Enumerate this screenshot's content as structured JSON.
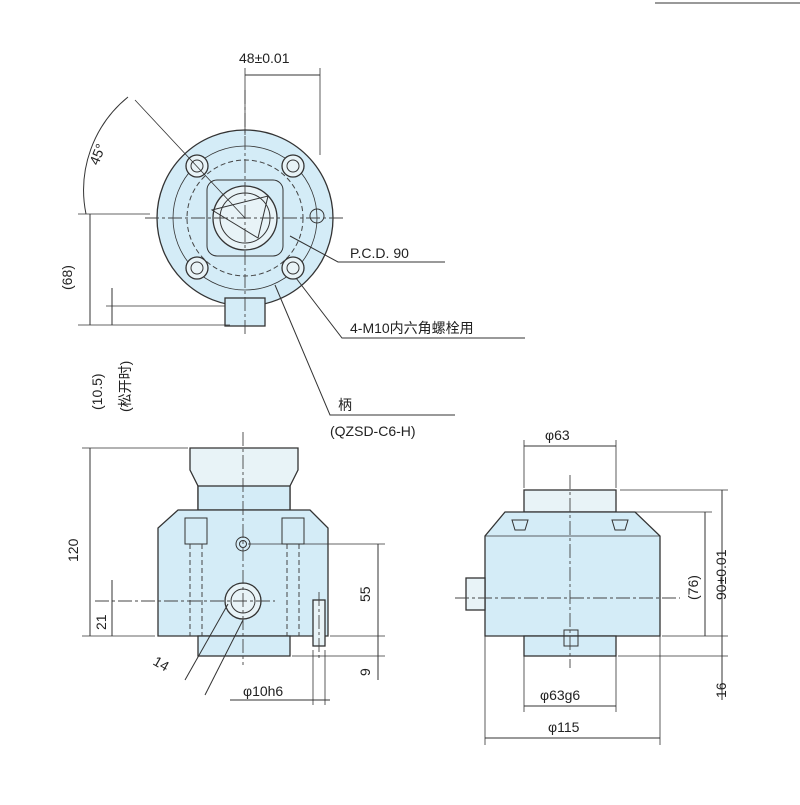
{
  "labels": {
    "width_48": "48±0.01",
    "angle_45": "45°",
    "dim_68": "(68)",
    "pcd": "P.C.D. 90",
    "bolt": "4-M10内六角螺栓用",
    "dim_105": "(10.5)",
    "loosen": "(松开时)",
    "handle": "柄",
    "handle_model": "(QZSD-C6-H)",
    "phi_63_top": "φ63",
    "dim_120": "120",
    "dim_55": "55",
    "dim_21": "21",
    "dim_14": "14",
    "dim_9": "9",
    "phi_10h6": "φ10h6",
    "dim_76": "(76)",
    "dim_90": "90±0.01",
    "dim_16": "16",
    "phi_63g6": "φ63g6",
    "phi_115": "φ115"
  },
  "colors": {
    "part_fill": "#d4ecf7",
    "line": "#333333"
  }
}
